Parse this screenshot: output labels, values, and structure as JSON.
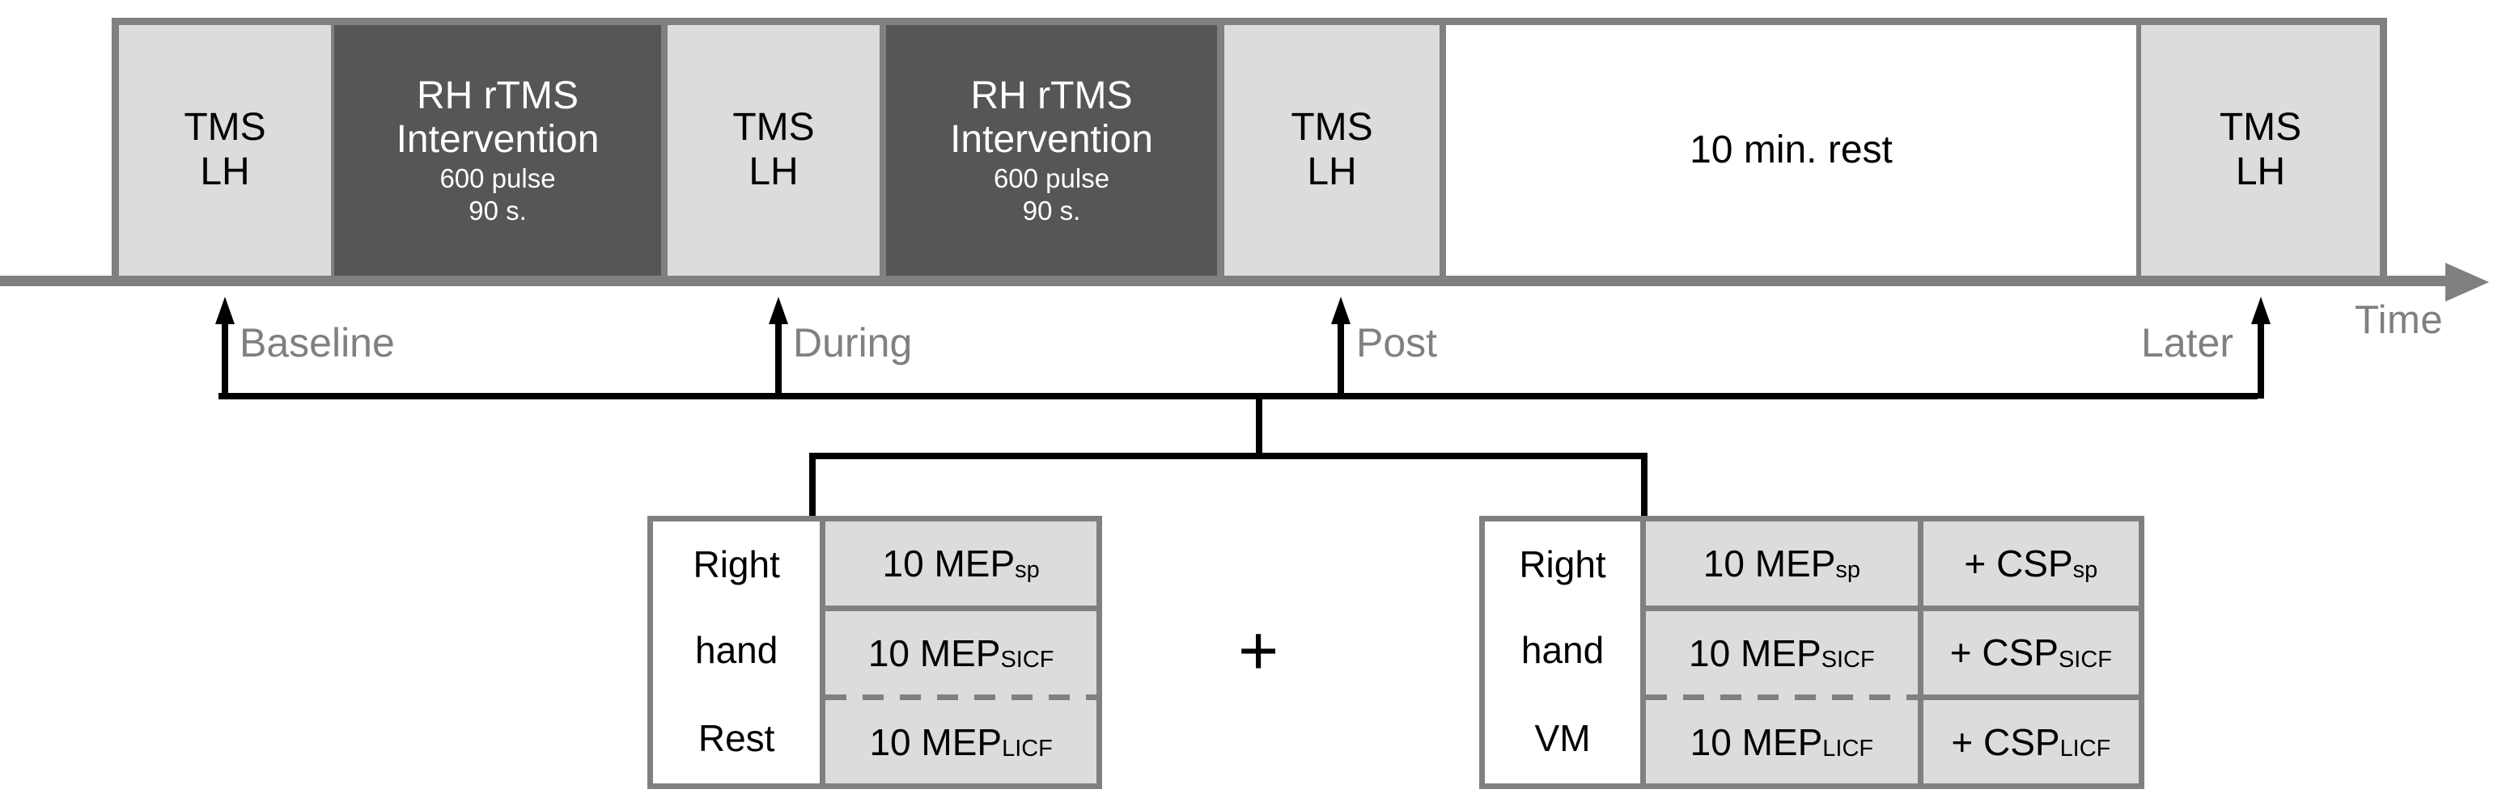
{
  "diagram": {
    "title": "TMS experimental protocol timeline",
    "colors": {
      "block_light": "#dcdcdc",
      "block_dark": "#565656",
      "block_white": "#ffffff",
      "border_gray": "#808080",
      "label_gray": "#808080",
      "connector_black": "#000000"
    }
  },
  "timeline": {
    "axis_label": "Time",
    "blocks": [
      {
        "id": "tms-1",
        "type": "light",
        "line1": "TMS",
        "line2": "LH",
        "sub1": "",
        "sub2": ""
      },
      {
        "id": "intervention-1",
        "type": "dark",
        "line1": "RH rTMS",
        "line2": "Intervention",
        "sub1": "600 pulse",
        "sub2": "90 s."
      },
      {
        "id": "tms-2",
        "type": "light",
        "line1": "TMS",
        "line2": "LH",
        "sub1": "",
        "sub2": ""
      },
      {
        "id": "intervention-2",
        "type": "dark",
        "line1": "RH rTMS",
        "line2": "Intervention",
        "sub1": "600 pulse",
        "sub2": "90 s."
      },
      {
        "id": "tms-3",
        "type": "light",
        "line1": "TMS",
        "line2": "LH",
        "sub1": "",
        "sub2": ""
      },
      {
        "id": "rest",
        "type": "white",
        "line1": "10 min. rest",
        "line2": "",
        "sub1": "",
        "sub2": ""
      },
      {
        "id": "tms-4",
        "type": "light",
        "line1": "TMS",
        "line2": "LH",
        "sub1": "",
        "sub2": ""
      }
    ],
    "timepoints": [
      {
        "id": "baseline",
        "label": "Baseline"
      },
      {
        "id": "during",
        "label": "During"
      },
      {
        "id": "post",
        "label": "Post"
      },
      {
        "id": "later",
        "label": "Later"
      }
    ]
  },
  "measurements": {
    "conjunction": "+",
    "left_table": {
      "id": "measurement-table-rest",
      "condition_rows": [
        "Right",
        "hand",
        "Rest"
      ],
      "mep_rows": [
        {
          "value": "10 MEP",
          "sub": "sp"
        },
        {
          "value": "10 MEP",
          "sub": "SICF"
        },
        {
          "value": "10 MEP",
          "sub": "LICF"
        }
      ]
    },
    "right_table": {
      "id": "measurement-table-vm",
      "condition_rows": [
        "Right",
        "hand",
        "VM"
      ],
      "mep_rows": [
        {
          "value": "10 MEP",
          "sub": "sp"
        },
        {
          "value": "10 MEP",
          "sub": "SICF"
        },
        {
          "value": "10 MEP",
          "sub": "LICF"
        }
      ],
      "csp_rows": [
        {
          "value": "+ CSP",
          "sub": "sp"
        },
        {
          "value": "+ CSP",
          "sub": "SICF"
        },
        {
          "value": "+ CSP",
          "sub": "LICF"
        }
      ]
    }
  }
}
